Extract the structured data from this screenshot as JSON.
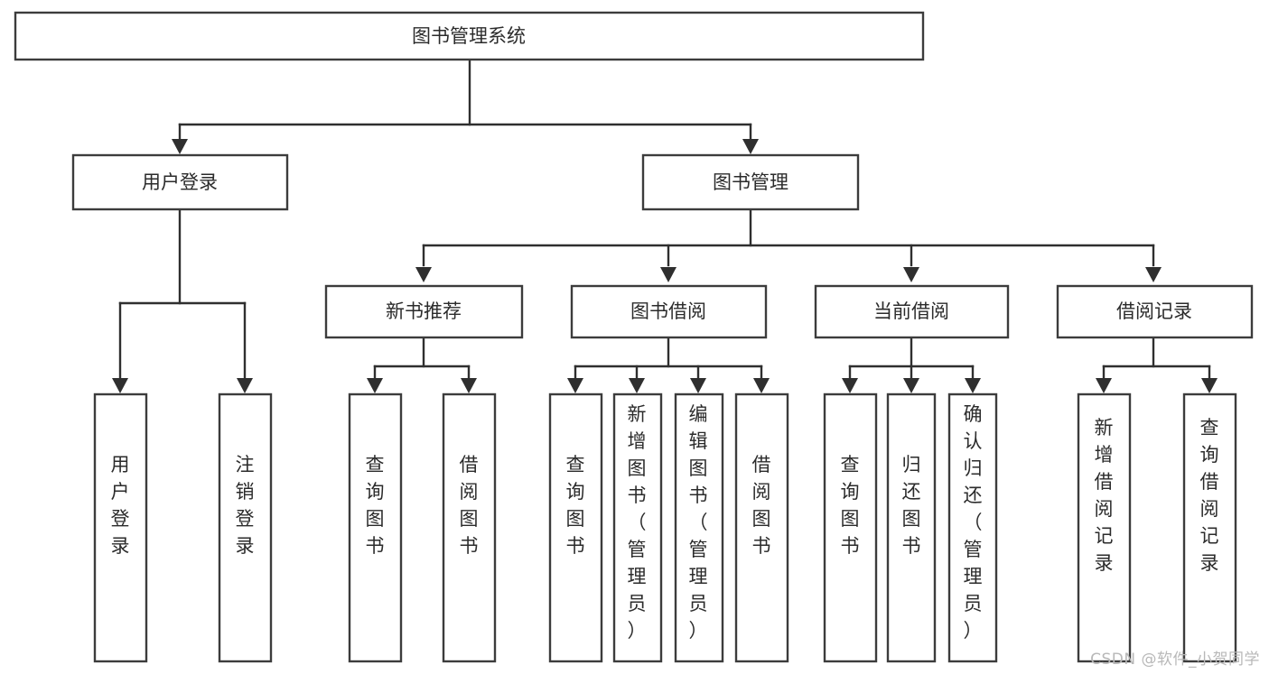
{
  "diagram": {
    "type": "tree-hierarchy",
    "title": "图书管理系统",
    "watermark": "CSDN @软件_小贺同学",
    "colors": {
      "box_stroke": "#3c3c3c",
      "connector": "#2f2f2f",
      "background": "#ffffff",
      "text": "#2b2b2b",
      "watermark": "#b8b8b8"
    },
    "nodes": {
      "root": {
        "label": "图书管理系统",
        "orientation": "horizontal"
      },
      "level2": [
        {
          "label": "用户登录",
          "orientation": "horizontal"
        },
        {
          "label": "图书管理",
          "orientation": "horizontal"
        }
      ],
      "level3": [
        {
          "label": "新书推荐",
          "orientation": "horizontal"
        },
        {
          "label": "图书借阅",
          "orientation": "horizontal"
        },
        {
          "label": "当前借阅",
          "orientation": "horizontal"
        },
        {
          "label": "借阅记录",
          "orientation": "horizontal"
        }
      ],
      "leaves": [
        {
          "label": "用户登录",
          "orientation": "vertical",
          "parent": "用户登录"
        },
        {
          "label": "注销登录",
          "orientation": "vertical",
          "parent": "用户登录"
        },
        {
          "label": "查询图书",
          "orientation": "vertical",
          "parent": "新书推荐"
        },
        {
          "label": "借阅图书",
          "orientation": "vertical",
          "parent": "新书推荐"
        },
        {
          "label": "查询图书",
          "orientation": "vertical",
          "parent": "图书借阅"
        },
        {
          "label": "新增图书（管理员）",
          "orientation": "vertical",
          "parent": "图书借阅"
        },
        {
          "label": "编辑图书（管理员）",
          "orientation": "vertical",
          "parent": "图书借阅"
        },
        {
          "label": "借阅图书",
          "orientation": "vertical",
          "parent": "图书借阅"
        },
        {
          "label": "查询图书",
          "orientation": "vertical",
          "parent": "当前借阅"
        },
        {
          "label": "归还图书",
          "orientation": "vertical",
          "parent": "当前借阅"
        },
        {
          "label": "确认归还（管理员）",
          "orientation": "vertical",
          "parent": "当前借阅"
        },
        {
          "label": "新增借阅记录",
          "orientation": "vertical",
          "parent": "借阅记录"
        },
        {
          "label": "查询借阅记录",
          "orientation": "vertical",
          "parent": "借阅记录"
        }
      ]
    }
  }
}
